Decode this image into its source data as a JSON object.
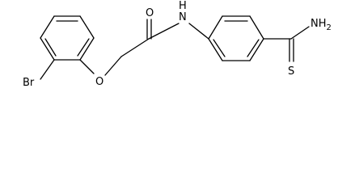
{
  "molecule": {
    "atom_labels": {
      "bromine": "Br",
      "ether_oxygen": "O",
      "carbonyl_oxygen": "O",
      "amide_nitrogen": "N",
      "amide_hydrogen": "H",
      "thioamide_nitrogen": "NH",
      "thioamide_nitrogen_h2": "2",
      "thioamide_sulfur": "S"
    }
  },
  "colors": {
    "bond": "#000000",
    "label": "#000000",
    "background": "#ffffff"
  }
}
